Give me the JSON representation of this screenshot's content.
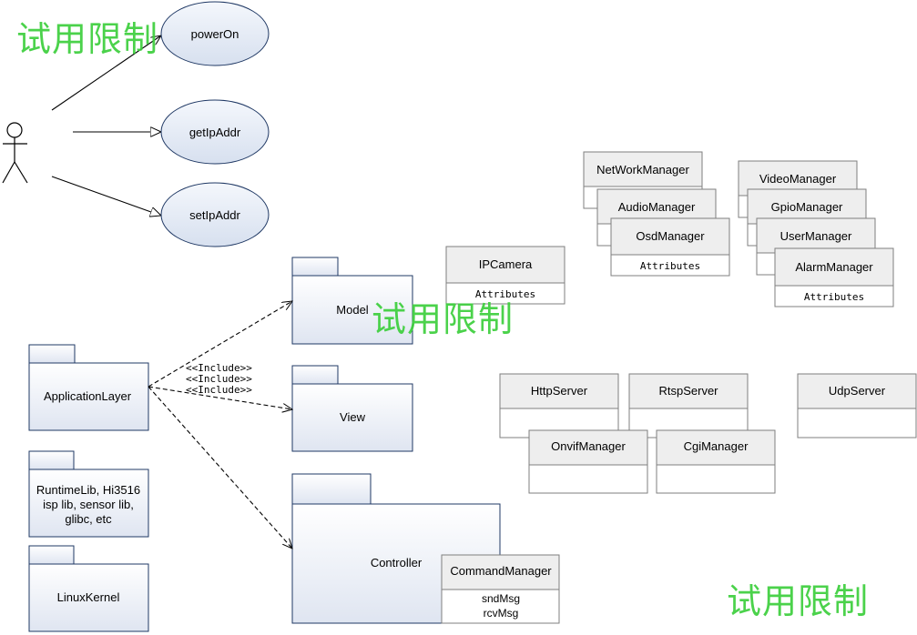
{
  "use_case": {
    "actor_label": "",
    "cases": [
      "powerOn",
      "getIpAddr",
      "setIpAddr"
    ]
  },
  "packages": {
    "application_layer": "ApplicationLayer",
    "model": "Model",
    "view": "View",
    "controller": "Controller",
    "runtime_lines": [
      "RuntimeLib, Hi3516",
      "isp lib, sensor lib,",
      "glibc, etc"
    ],
    "linux_kernel": "LinuxKernel",
    "include_labels": [
      "<<Include>>",
      "<<Include>>",
      "<<Include>>"
    ]
  },
  "classes": {
    "ipcamera": {
      "name": "IPCamera",
      "attrs": "Attributes"
    },
    "network_manager": "NetWorkManager",
    "audio_manager": "AudioManager",
    "osd_manager": {
      "name": "OsdManager",
      "attrs": "Attributes"
    },
    "video_manager": "VideoManager",
    "gpio_manager": "GpioManager",
    "user_manager": "UserManager",
    "alarm_manager": {
      "name": "AlarmManager",
      "attrs": "Attributes"
    },
    "http_server": "HttpServer",
    "rtsp_server": "RtspServer",
    "udp_server": "UdpServer",
    "onvif_manager": "OnvifManager",
    "cgi_manager": "CgiManager",
    "command_manager": {
      "name": "CommandManager",
      "attrs": [
        "sndMsg",
        "rcvMsg"
      ]
    }
  },
  "watermark": "试用限制",
  "colors": {
    "box_fill": "#eeeeee",
    "box_border": "#7f7f7f",
    "package_fill": "#e6ebf5",
    "package_border": "#1f3864",
    "ellipse_fill": "#e3e9f4",
    "watermark": "#3ccf3c"
  }
}
